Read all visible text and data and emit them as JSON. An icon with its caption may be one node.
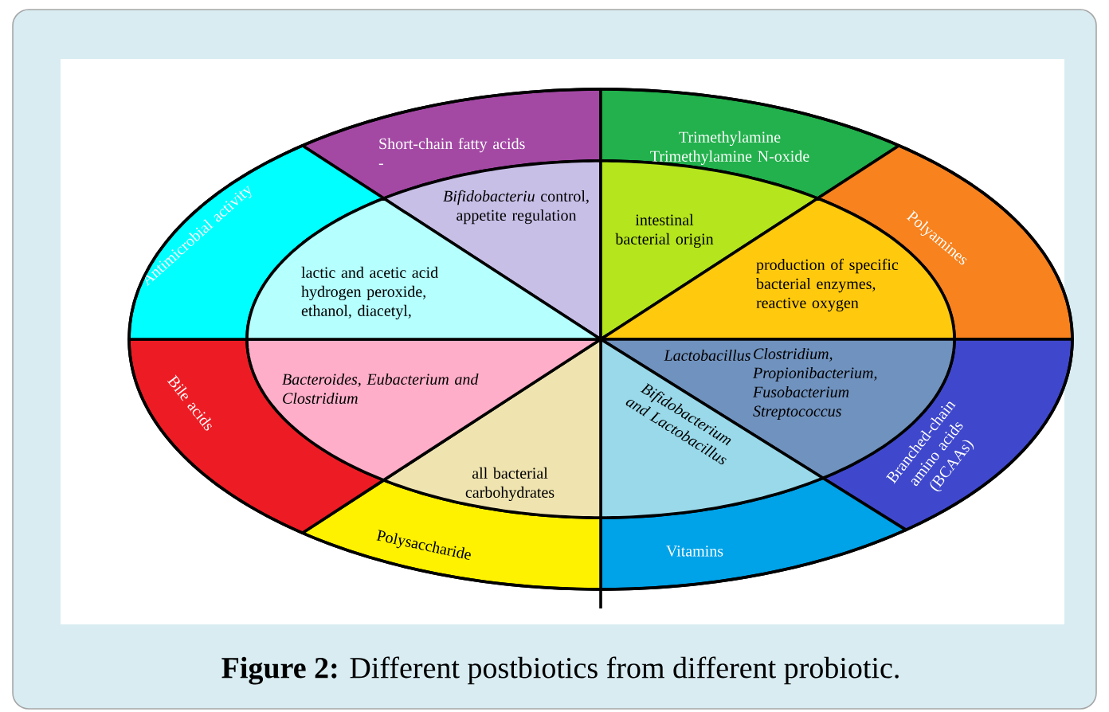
{
  "diagram": {
    "caption": "**Figure 2:** Different postbiotics from different probiotic.",
    "nodes": [
      {
        "text": [
          "Short-chain fatty acids -"
        ]
      },
      {
        "text": [
          "Trimethylamine Trimethylamine N-oxide"
        ]
      },
      {
        "text": [
          "Polyamines"
        ]
      },
      {
        "text": [
          "Branched-chain amino acids (BCAAs)"
        ]
      },
      {
        "text": [
          "Vitamins"
        ]
      },
      {
        "text": [
          "Polysaccharide"
        ]
      },
      {
        "text": [
          "Bile acids"
        ]
      },
      {
        "text": [
          "Antimicrobial activity"
        ]
      },
      {
        "text": [
          "*Bifidobacteriu* control, appetite regulation"
        ]
      },
      {
        "text": [
          "intestinal bacterial origin"
        ]
      },
      {
        "text": [
          "production of specific bacterial enzymes, reactive oxygen"
        ]
      },
      {
        "text": [
          "Lactobacillus",
          "Clostridium, Propionibacterium, Fusobacterium Streptococcus"
        ]
      },
      {
        "text": [
          "Bifidobacterium and Lactobacillus"
        ]
      },
      {
        "text": [
          "all bacterial carbohydrates"
        ]
      },
      {
        "text": [
          "Bacteroides, Eubacterium and Clostridium"
        ]
      },
      {
        "text": [
          "lactic and acetic acid hydrogen peroxide, ethanol, diacetyl,"
        ]
      }
    ]
  }
}
